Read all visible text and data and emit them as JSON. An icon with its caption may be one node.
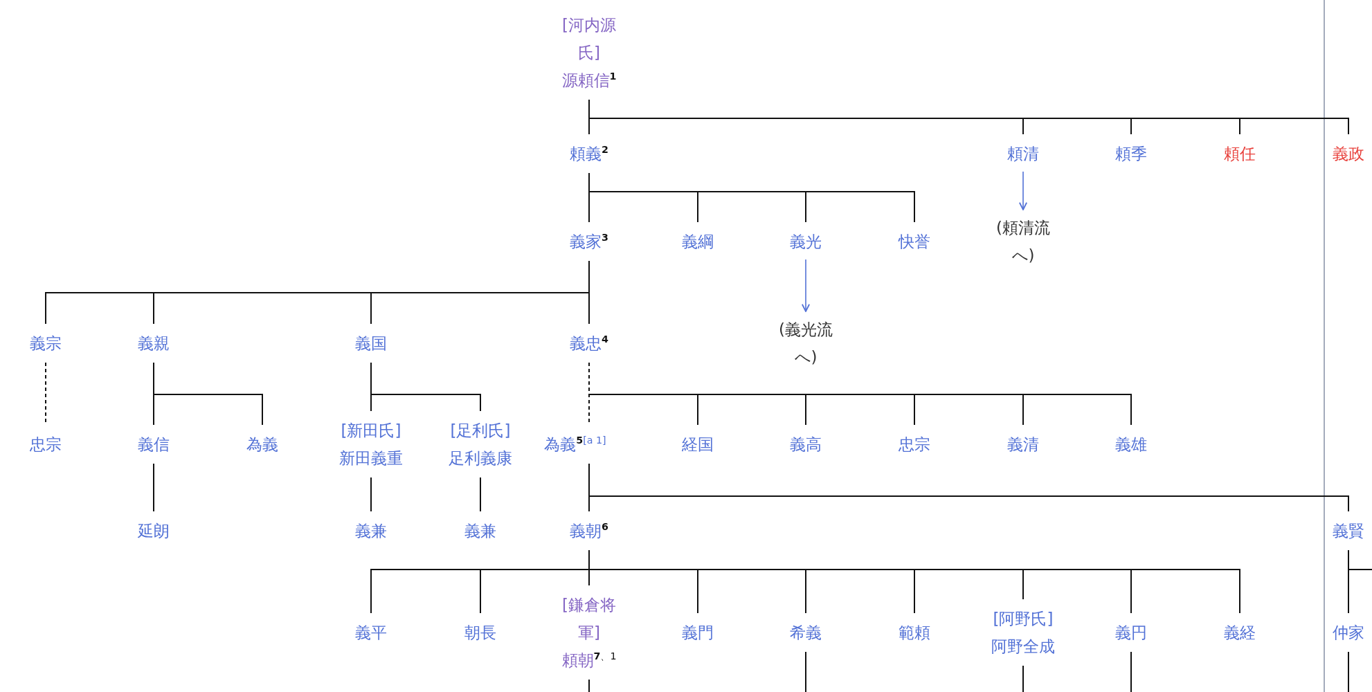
{
  "diagram": {
    "nodes": [
      {
        "text": [
          "[河内源氏]",
          "源頼信$^{1}$"
        ]
      },
      {
        "text": [
          "頼義$^{2}$"
        ]
      },
      {
        "text": [
          "頼清"
        ]
      },
      {
        "text": [
          "(頼清流へ)"
        ]
      },
      {
        "text": [
          "頼季"
        ]
      },
      {
        "text": [
          "頼任"
        ]
      },
      {
        "text": [
          "義政"
        ]
      },
      {
        "text": [
          "義家$^{3}$"
        ]
      },
      {
        "text": [
          "義綱"
        ]
      },
      {
        "text": [
          "義光"
        ]
      },
      {
        "text": [
          "(義光流へ)"
        ]
      },
      {
        "text": [
          "快誉"
        ]
      },
      {
        "text": [
          "義宗"
        ]
      },
      {
        "text": [
          "義親"
        ]
      },
      {
        "text": [
          "義国"
        ]
      },
      {
        "text": [
          "義忠$^{4}$"
        ]
      },
      {
        "text": [
          "忠宗"
        ]
      },
      {
        "text": [
          "義信"
        ]
      },
      {
        "text": [
          "為義"
        ]
      },
      {
        "text": [
          "[新田氏]",
          "新田義重"
        ]
      },
      {
        "text": [
          "[足利氏]",
          "足利義康"
        ]
      },
      {
        "text": [
          "為義$^{5}$$^{[a 1]}$"
        ]
      },
      {
        "text": [
          "経国"
        ]
      },
      {
        "text": [
          "義高"
        ]
      },
      {
        "text": [
          "忠宗"
        ]
      },
      {
        "text": [
          "義清"
        ]
      },
      {
        "text": [
          "義雄"
        ]
      },
      {
        "text": [
          "延朗"
        ]
      },
      {
        "text": [
          "義兼"
        ]
      },
      {
        "text": [
          "義兼"
        ]
      },
      {
        "text": [
          "義朝$^{6}$"
        ]
      },
      {
        "text": [
          "義賢"
        ]
      },
      {
        "text": [
          "義平"
        ]
      },
      {
        "text": [
          "朝長"
        ]
      },
      {
        "text": [
          "[鎌倉将軍]",
          "頼朝$^{7}$$^{、1}$"
        ]
      },
      {
        "text": [
          "義門"
        ]
      },
      {
        "text": [
          "希義"
        ]
      },
      {
        "text": [
          "範頼"
        ]
      },
      {
        "text": [
          "[阿野氏]",
          "阿野全成"
        ]
      },
      {
        "text": [
          "義円"
        ]
      },
      {
        "text": [
          "義経"
        ]
      },
      {
        "text": [
          "仲家"
        ]
      }
    ],
    "edges": [
      {
        "from": 0,
        "to": 1,
        "arrow": "none"
      },
      {
        "from": 0,
        "to": 2,
        "arrow": "none"
      },
      {
        "from": 0,
        "to": 4,
        "arrow": "none"
      },
      {
        "from": 0,
        "to": 5,
        "arrow": "none"
      },
      {
        "from": 0,
        "to": 6,
        "arrow": "none"
      },
      {
        "from": 1,
        "to": 7,
        "arrow": "none"
      },
      {
        "from": 1,
        "to": 8,
        "arrow": "none"
      },
      {
        "from": 1,
        "to": 9,
        "arrow": "none"
      },
      {
        "from": 1,
        "to": 11,
        "arrow": "none"
      },
      {
        "from": 2,
        "to": 3,
        "arrow": "to",
        "color": "#5271d6"
      },
      {
        "from": 9,
        "to": 10,
        "arrow": "to",
        "color": "#5271d6"
      },
      {
        "from": 7,
        "to": 12,
        "arrow": "none"
      },
      {
        "from": 7,
        "to": 13,
        "arrow": "none"
      },
      {
        "from": 7,
        "to": 14,
        "arrow": "none"
      },
      {
        "from": 7,
        "to": 15,
        "arrow": "none"
      },
      {
        "from": 12,
        "to": 16,
        "arrow": "none",
        "style": "dashed"
      },
      {
        "from": 13,
        "to": 17,
        "arrow": "none"
      },
      {
        "from": 13,
        "to": 18,
        "arrow": "none"
      },
      {
        "from": 14,
        "to": 19,
        "arrow": "none"
      },
      {
        "from": 14,
        "to": 20,
        "arrow": "none"
      },
      {
        "from": 15,
        "to": 21,
        "arrow": "none",
        "style": "dashed"
      },
      {
        "from": 15,
        "to": 22,
        "arrow": "none"
      },
      {
        "from": 15,
        "to": 23,
        "arrow": "none"
      },
      {
        "from": 15,
        "to": 24,
        "arrow": "none"
      },
      {
        "from": 15,
        "to": 25,
        "arrow": "none"
      },
      {
        "from": 15,
        "to": 26,
        "arrow": "none"
      },
      {
        "from": 17,
        "to": 27,
        "arrow": "none"
      },
      {
        "from": 19,
        "to": 28,
        "arrow": "none"
      },
      {
        "from": 20,
        "to": 29,
        "arrow": "none"
      },
      {
        "from": 21,
        "to": 30,
        "arrow": "none"
      },
      {
        "from": 21,
        "to": 31,
        "arrow": "none"
      },
      {
        "from": 30,
        "to": 32,
        "arrow": "none"
      },
      {
        "from": 30,
        "to": 33,
        "arrow": "none"
      },
      {
        "from": 30,
        "to": 34,
        "arrow": "none"
      },
      {
        "from": 30,
        "to": 35,
        "arrow": "none"
      },
      {
        "from": 30,
        "to": 36,
        "arrow": "none"
      },
      {
        "from": 30,
        "to": 37,
        "arrow": "none"
      },
      {
        "from": 30,
        "to": 38,
        "arrow": "none"
      },
      {
        "from": 30,
        "to": 39,
        "arrow": "none"
      },
      {
        "from": 30,
        "to": 40,
        "arrow": "none"
      },
      {
        "from": 31,
        "to": 41,
        "arrow": "none"
      },
      {
        "from": 31,
        "to": null,
        "arrow": "none"
      },
      {
        "from": 34,
        "to": null,
        "arrow": "none"
      },
      {
        "from": 36,
        "to": null,
        "arrow": "none"
      },
      {
        "from": 38,
        "to": null,
        "arrow": "none"
      },
      {
        "from": 39,
        "to": null,
        "arrow": "none"
      },
      {
        "from": 41,
        "to": null,
        "arrow": "none"
      }
    ]
  }
}
